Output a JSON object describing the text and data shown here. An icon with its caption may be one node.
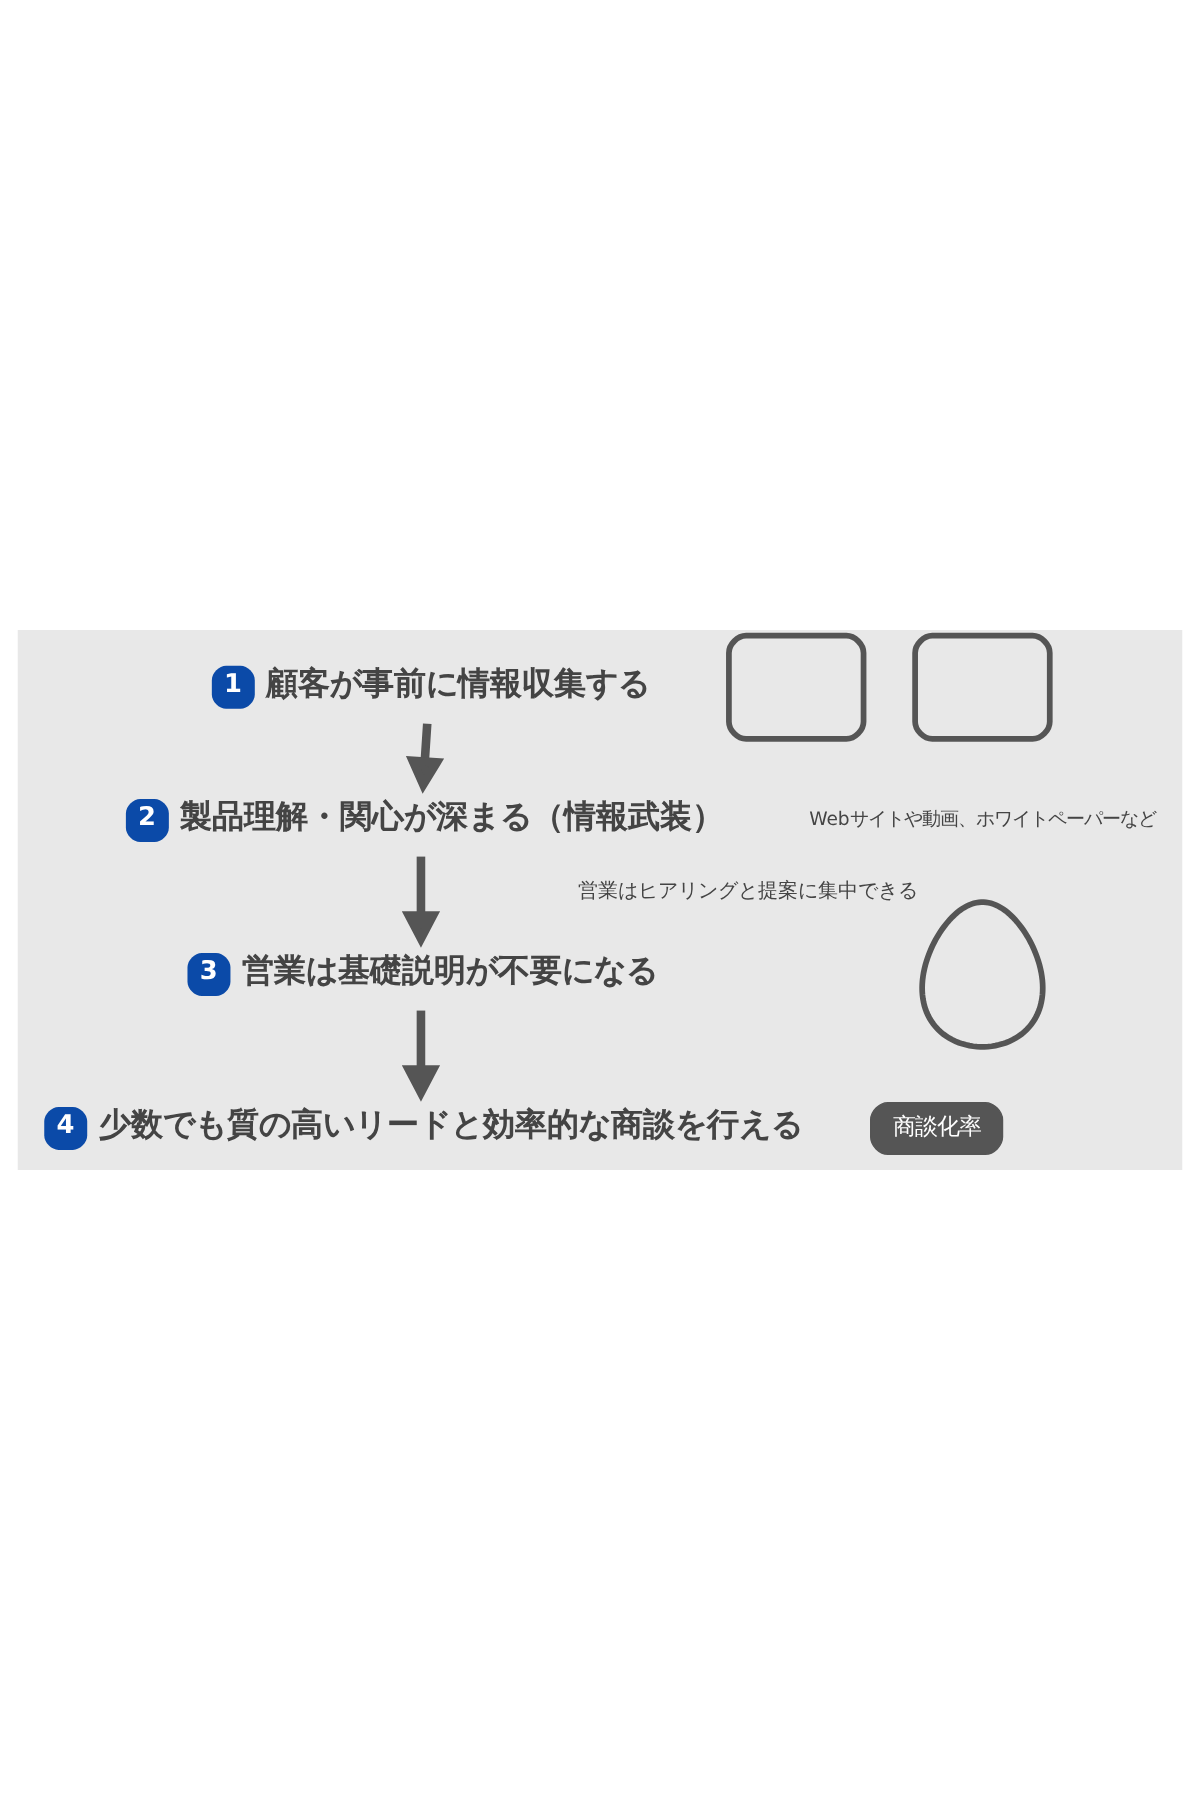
{
  "diagram": {
    "nodes": [
      {
        "text": [
          "1",
          "顧客が事前に情報収集する"
        ]
      },
      {
        "text": [],
        "shape": "box"
      },
      {
        "text": [],
        "shape": "box"
      },
      {
        "text": [
          "2",
          "製品理解・関心が深まる（情報武装）"
        ]
      },
      {
        "text": [],
        "shape": "person",
        "beside": [
          "営業はヒアリングと提案に集中できる"
        ]
      },
      {
        "text": [
          "3",
          "営業は基礎説明が不要になる"
        ]
      },
      {
        "text": [
          "4",
          "少数でも質の高いリードと効率的な商談を行える"
        ]
      },
      {
        "text": [
          "商談化率"
        ]
      }
    ],
    "edges": [
      {
        "from": 0,
        "to": 3,
        "arrow": "to"
      },
      {
        "from": 3,
        "to": 5,
        "arrow": "to"
      },
      {
        "from": 5,
        "to": 6,
        "arrow": "to"
      }
    ],
    "labels": [
      "Webサイトや動画、ホワイトペーパーなど"
    ]
  }
}
